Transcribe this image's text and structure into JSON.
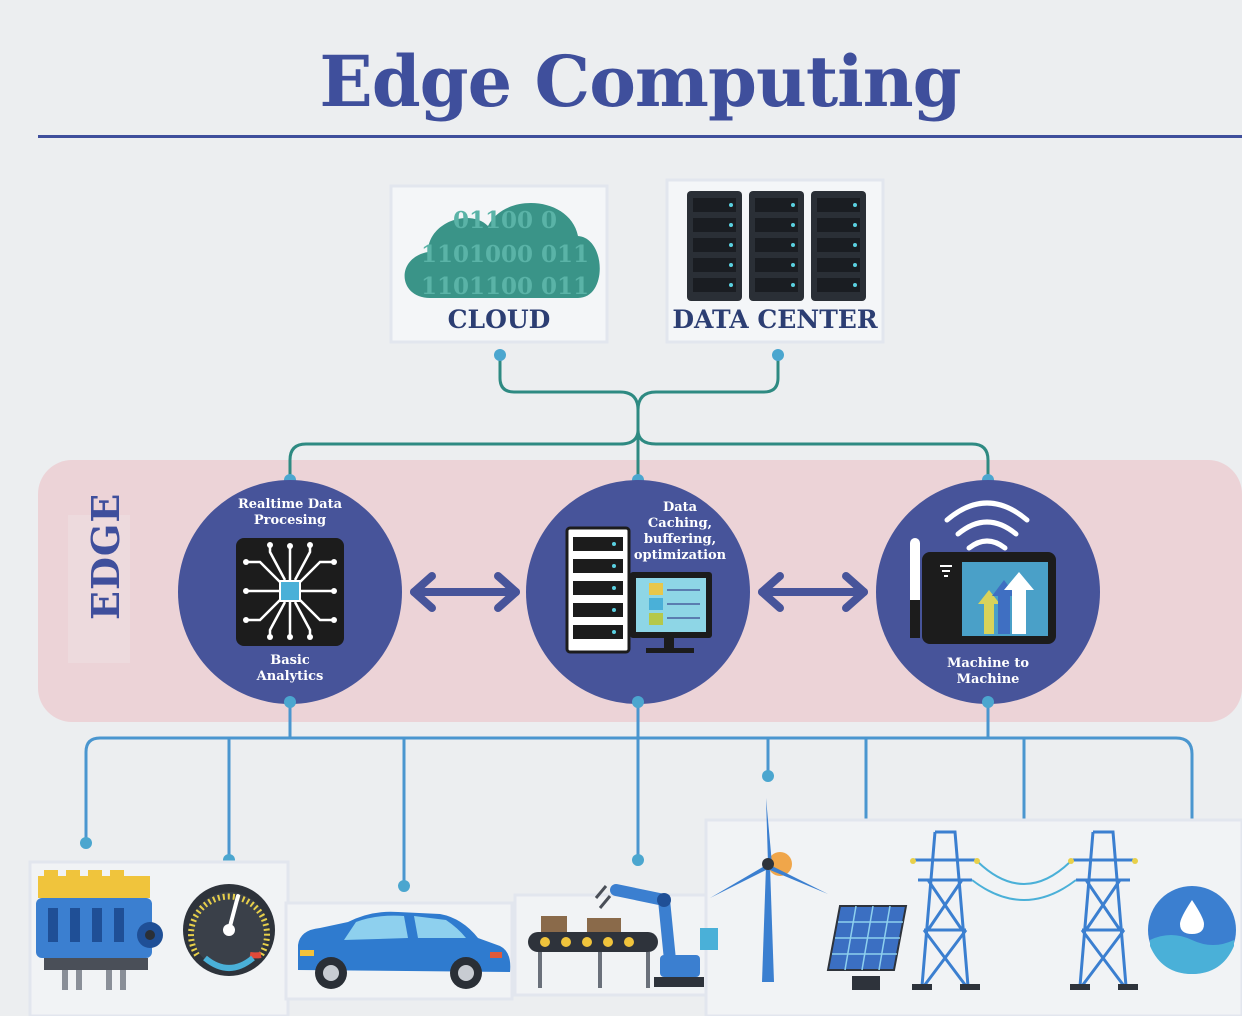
{
  "title": "Edge Computing",
  "cloud": {
    "label": "CLOUD",
    "binary_lines": [
      "01100 0",
      "1101000 011",
      "1101100 011"
    ]
  },
  "datacenter": {
    "label": "DATA CENTER"
  },
  "edge": {
    "label": "EDGE",
    "nodes": [
      {
        "top_label": "Realtime Data Procesing",
        "bottom_label": "Basic Analytics"
      },
      {
        "top_label": "Data Caching, buffering, optimization"
      },
      {
        "bottom_label": "Machine to Machine"
      }
    ]
  },
  "devices": [
    "engine-icon",
    "gauge-icon",
    "car-icon",
    "robot-arm-icon",
    "wind-turbine-icon",
    "solar-panel-icon",
    "power-tower-icon",
    "water-drop-icon"
  ],
  "colors": {
    "title": "#3f4f9c",
    "circle": "#47549a",
    "edge_band": "#ecd3d7",
    "top_lines": "#2e8a82",
    "bottom_lines": "#4a96cf",
    "cloud": "#3a9488"
  }
}
